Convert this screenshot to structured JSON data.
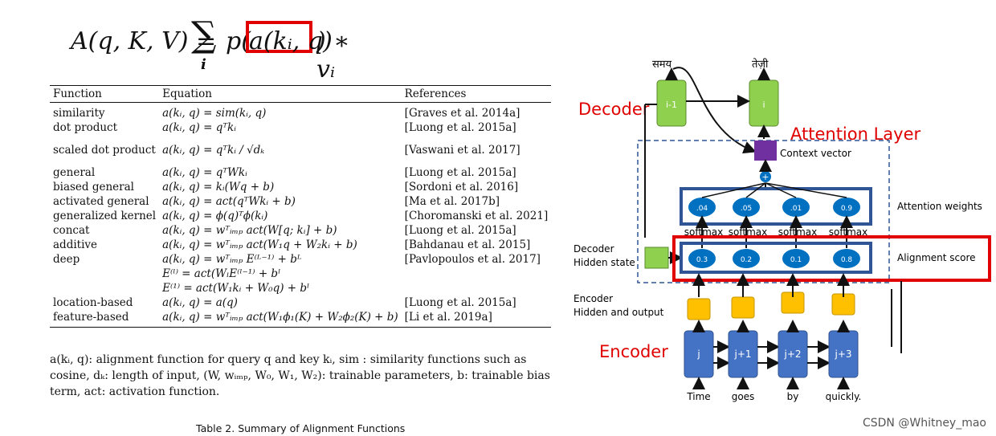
{
  "formula": {
    "lhs": "A(q, K, V) =",
    "sigma": "∑",
    "sum_index": "i",
    "pre": "p(",
    "highlight": "a(kᵢ, q)",
    "post": ") ∗ vᵢ"
  },
  "table": {
    "headers": [
      "Function",
      "Equation",
      "References"
    ],
    "rows": [
      {
        "function": "similarity",
        "equation": "a(kᵢ, q) = sim(kᵢ, q)",
        "reference": "[Graves et al. 2014a]"
      },
      {
        "function": "dot product",
        "equation": "a(kᵢ, q) = qᵀkᵢ",
        "reference": "[Luong et al. 2015a]"
      },
      {
        "function": "scaled dot product",
        "equation": "a(kᵢ, q) = qᵀkᵢ / √dₖ",
        "reference": "[Vaswani et al. 2017]"
      },
      {
        "function": "general",
        "equation": "a(kᵢ, q) = qᵀWkᵢ",
        "reference": "[Luong et al. 2015a]"
      },
      {
        "function": "biased general",
        "equation": "a(kᵢ, q) = kᵢ(Wq + b)",
        "reference": "[Sordoni et al. 2016]"
      },
      {
        "function": "activated general",
        "equation": "a(kᵢ, q) = act(qᵀWkᵢ + b)",
        "reference": "[Ma et al. 2017b]"
      },
      {
        "function": "generalized kernel",
        "equation": "a(kᵢ, q) = ϕ(q)ᵀϕ(kᵢ)",
        "reference": "[Choromanski et al. 2021]"
      },
      {
        "function": "concat",
        "equation": "a(kᵢ, q) = wᵀᵢₘₚ act(W[q; kᵢ] + b)",
        "reference": "[Luong et al. 2015a]"
      },
      {
        "function": "additive",
        "equation": "a(kᵢ, q) = wᵀᵢₘₚ act(W₁q + W₂kᵢ + b)",
        "reference": "[Bahdanau et al. 2015]"
      },
      {
        "function": "deep",
        "equation": "a(kᵢ, q) = wᵀᵢₘₚ E⁽ᴸ⁻¹⁾ + bᴸ",
        "reference": "[Pavlopoulos et al. 2017]"
      },
      {
        "function": "",
        "equation": "E⁽ˡ⁾ = act(WₗE⁽ˡ⁻¹⁾ + bˡ",
        "reference": ""
      },
      {
        "function": "",
        "equation": "E⁽¹⁾ = act(W₁kᵢ + W₀q) + bˡ",
        "reference": ""
      },
      {
        "function": "location-based",
        "equation": "a(kᵢ, q) = a(q)",
        "reference": "[Luong et al. 2015a]"
      },
      {
        "function": "feature-based",
        "equation": "a(kᵢ, q) = wᵀᵢₘₚ act(W₁ϕ₁(K) + W₂ϕ₂(K) + b)",
        "reference": "[Li et al. 2019a]"
      }
    ]
  },
  "footnote": "a(kᵢ, q): alignment function for query q and key  kᵢ, sim : similarity functions such as cosine, dₖ: length of input, (W, wᵢₘₚ, W₀, W₁, W₂): trainable parameters, b: trainable bias term, act: activation function.",
  "caption": "Table 2.  Summary of Alignment Functions",
  "watermark": "CSDN @Whitney_mao",
  "diagram": {
    "decoder_label": "Decoder",
    "encoder_label": "Encoder",
    "attention_layer_label": "Attention Layer",
    "context_vector_label": "Context vector",
    "attention_weights_label": "Attention weights",
    "alignment_score_label": "Alignment score",
    "decoder_hidden_label_1": "Decoder",
    "decoder_hidden_label_2": "Hidden state",
    "encoder_hidden_label_1": "Encoder",
    "encoder_hidden_label_2": "Hidden and output",
    "top_word_left": "समय",
    "top_word_right": "तेज़ी",
    "decoder_prev": "i-1",
    "decoder_curr": "i",
    "plus": "+",
    "weights": [
      ".04",
      ".05",
      ".01",
      "0.9"
    ],
    "scores": [
      "0.3",
      "0.2",
      "0.1",
      "0.8"
    ],
    "softmax_labels": [
      "softmax",
      "softmax",
      "softmax",
      "softmax"
    ],
    "encoder_cells": [
      "j",
      "j+1",
      "j+2",
      "j+3"
    ],
    "input_words": [
      "Time",
      "goes",
      "by",
      "quickly."
    ],
    "colors": {
      "decoder_green": "#8fd14f",
      "encoder_blue": "#4472c4",
      "orange": "#ffc000",
      "purple": "#7030a0",
      "accent_red": "#e00000",
      "ellipse_blue": "#0070c0",
      "frame_blue": "#2f5597"
    }
  }
}
